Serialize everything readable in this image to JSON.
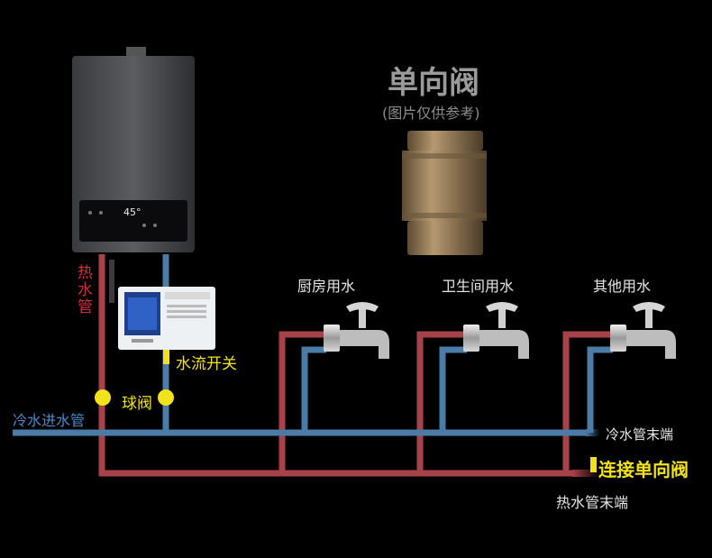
{
  "valve_title": "单向阀",
  "valve_note": "(图片仅供参考)",
  "heater_display": "45°",
  "hot_pipe_label": "热水管",
  "flow_switch_label": "水流开关",
  "ball_valve_label": "球阀",
  "cold_inlet_label": "冷水进水管",
  "faucets": [
    "厨房用水",
    "卫生间用水",
    "其他用水"
  ],
  "cold_end_label": "冷水管末端",
  "hot_end_label": "热水管末端",
  "connect_label": "连接单向阀",
  "colors": {
    "background": "#000000",
    "hot_pipe": "#a8424a",
    "cold_pipe": "#4a7ca6",
    "highlight": "#f2e21a",
    "hot_text": "#c8323a",
    "cold_text": "#4f88c6"
  }
}
